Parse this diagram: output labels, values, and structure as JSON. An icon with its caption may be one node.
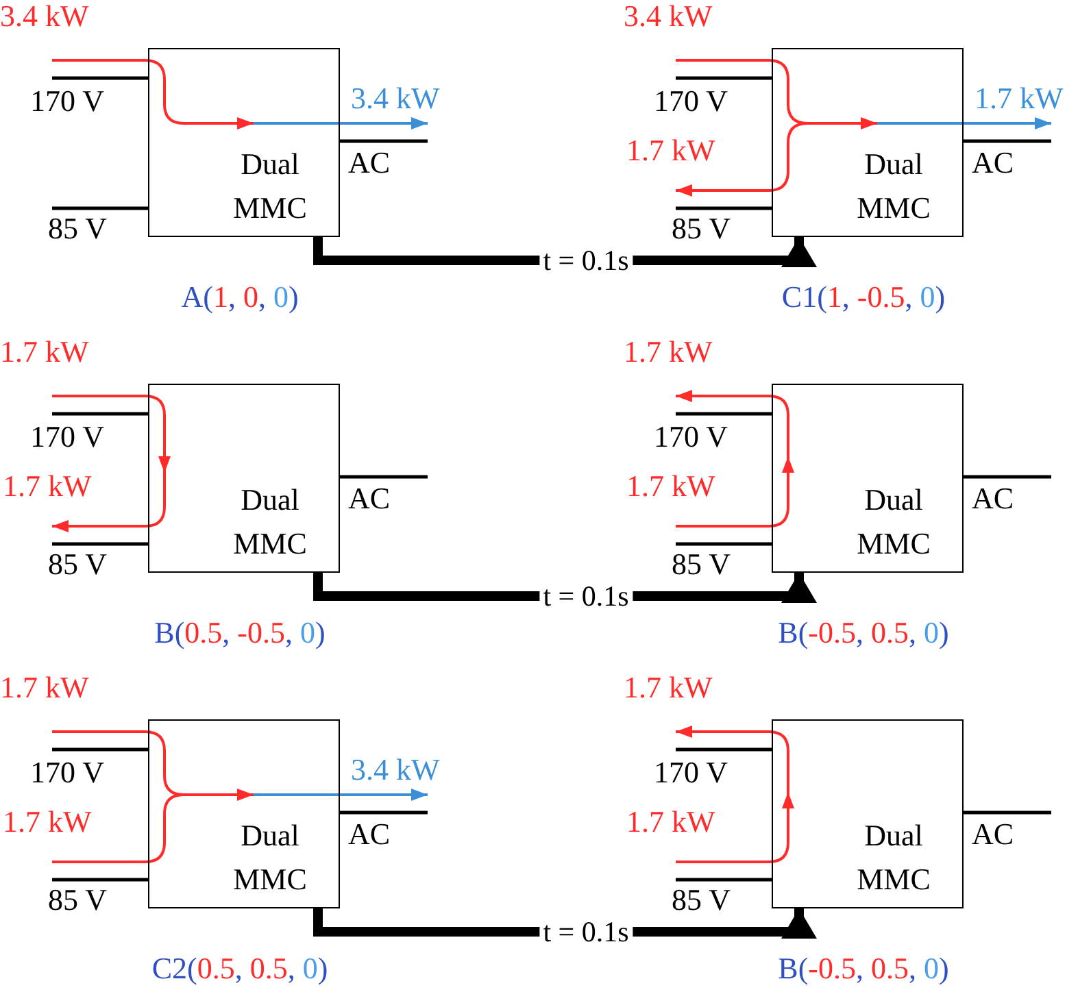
{
  "diagram": {
    "nodes": [
      {
        "text": [
          "Dual MMC"
        ],
        "beside": [
          "A(1, 0, 0)",
          "3.4 kW",
          "3.4 kW",
          "170 V",
          "AC",
          "85 V"
        ]
      },
      {
        "text": [
          "Dual MMC"
        ],
        "beside": [
          "C1(1, -0.5, 0)",
          "3.4 kW",
          "1.7 kW",
          "170 V",
          "1.7 kW",
          "AC",
          "85 V"
        ]
      },
      {
        "text": [
          "Dual MMC"
        ],
        "beside": [
          "B(0.5, -0.5, 0)",
          "1.7 kW",
          "170 V",
          "1.7 kW",
          "AC",
          "85 V"
        ]
      },
      {
        "text": [
          "Dual MMC"
        ],
        "beside": [
          "B(-0.5, 0.5, 0)",
          "1.7 kW",
          "170 V",
          "1.7 kW",
          "AC",
          "85 V"
        ]
      },
      {
        "text": [
          "Dual MMC"
        ],
        "beside": [
          "C2(0.5, 0.5, 0)",
          "1.7 kW",
          "3.4 kW",
          "170 V",
          "1.7 kW",
          "AC",
          "85 V"
        ]
      },
      {
        "text": [
          "Dual MMC"
        ],
        "beside": [
          "B(-0.5, 0.5, 0)",
          "1.7 kW",
          "170 V",
          "1.7 kW",
          "AC",
          "85 V"
        ]
      }
    ],
    "edges": [
      {
        "from": 0,
        "to": 1,
        "arrow": "to",
        "label": "t = 0.1s"
      },
      {
        "from": 2,
        "to": 3,
        "arrow": "to",
        "label": "t = 0.1s"
      },
      {
        "from": 4,
        "to": 5,
        "arrow": "to",
        "label": "t = 0.1s"
      }
    ]
  }
}
